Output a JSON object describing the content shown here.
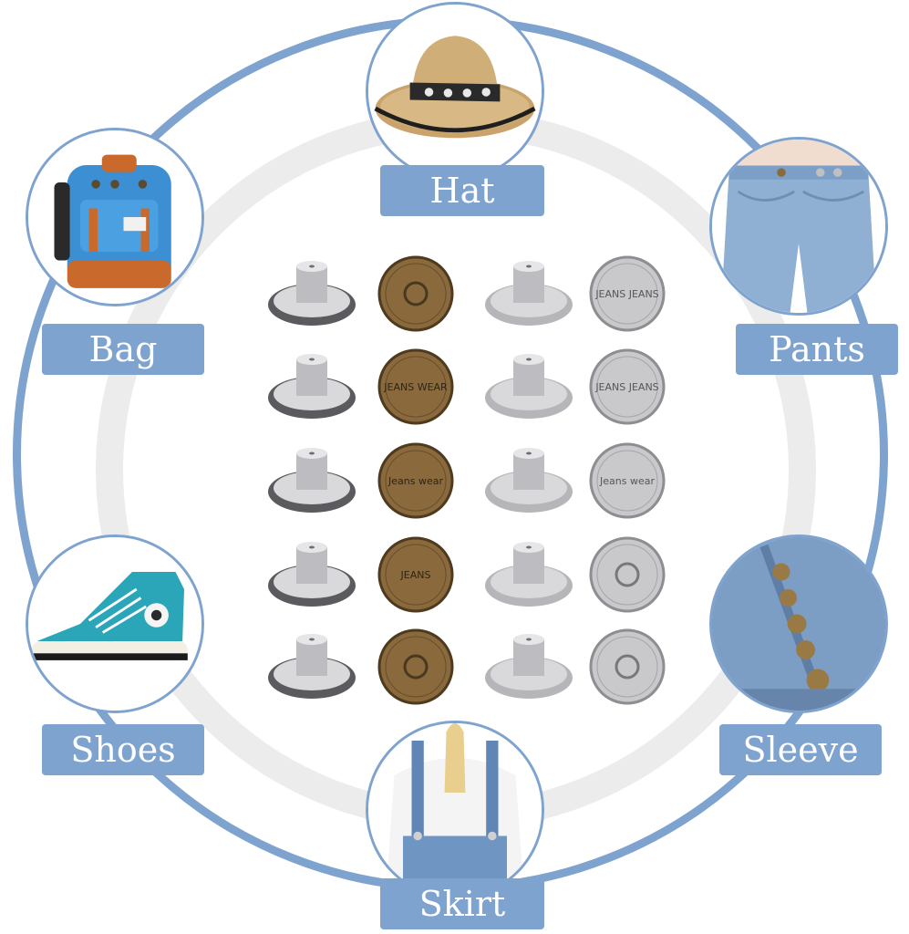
{
  "labels": {
    "hat": "Hat",
    "bag": "Bag",
    "pants": "Pants",
    "shoes": "Shoes",
    "sleeve": "Sleeve",
    "skirt": "Skirt"
  },
  "colors": {
    "ring": "#7fa3cf",
    "inner_ring": "#ececec",
    "label_bg": "#7fa3cf",
    "label_text": "#ffffff",
    "bronze": "#8a6a3c",
    "silver": "#c9c9cc"
  },
  "button_engravings": {
    "bronze": [
      "",
      "JEANS WEAR",
      "Jeans wear",
      "JEANS",
      ""
    ],
    "silver": [
      "JEANS JEANS",
      "JEANS JEANS",
      "Jeans wear",
      "",
      ""
    ]
  }
}
